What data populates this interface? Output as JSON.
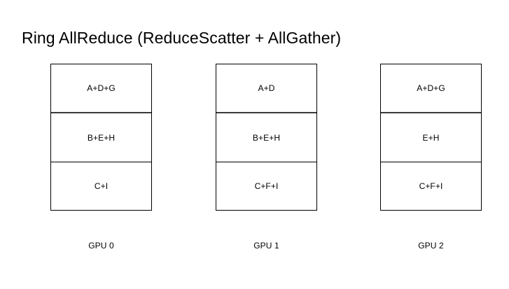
{
  "slide": {
    "title": "Ring AllReduce (ReduceScatter + AllGather)",
    "background_color": "#ffffff",
    "text_color": "#000000",
    "border_color": "#000000"
  },
  "gpus": [
    {
      "label": "GPU 0",
      "chunks": [
        {
          "text": "A+D+G"
        },
        {
          "text": "B+E+H"
        },
        {
          "text": "C+I"
        }
      ]
    },
    {
      "label": "GPU 1",
      "chunks": [
        {
          "text": "A+D"
        },
        {
          "text": "B+E+H"
        },
        {
          "text": "C+F+I"
        }
      ]
    },
    {
      "label": "GPU 2",
      "chunks": [
        {
          "text": "A+D+G"
        },
        {
          "text": "E+H"
        },
        {
          "text": "C+F+I"
        }
      ]
    }
  ]
}
